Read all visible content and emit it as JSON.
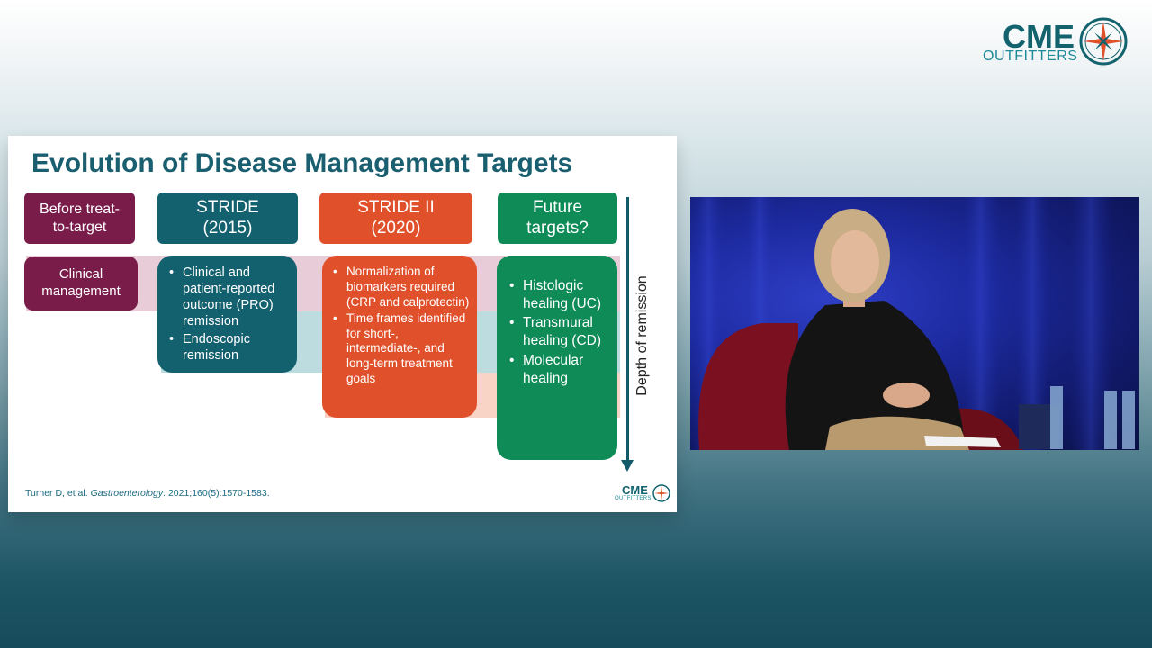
{
  "brand": {
    "name_top": "CME",
    "name_bottom": "OUTFITTERS",
    "logo_icon": "compass-rose-icon"
  },
  "slide": {
    "title": "Evolution of Disease Management Targets",
    "columns": [
      {
        "header": "Before treat-\nto-target",
        "color": "#7a1c4a",
        "band_color": "#e3c5d2",
        "box_text": "Clinical management",
        "bullets": []
      },
      {
        "header": "STRIDE\n(2015)",
        "color": "#13606f",
        "band_color": "#b7d8dd",
        "bullets": [
          "Clinical and patient-reported outcome (PRO) remission",
          "Endoscopic remission"
        ]
      },
      {
        "header": "STRIDE II\n(2020)",
        "color": "#e0502b",
        "band_color": "#f7d1c3",
        "bullets": [
          "Normalization of biomarkers required (CRP and calprotectin)",
          "Time frames identified for short-, intermediate-, and long-term treatment goals"
        ]
      },
      {
        "header": "Future\ntargets?",
        "color": "#0f8b57",
        "band_color": "#c9e6d6",
        "bullets": [
          "Histologic healing (UC)",
          "Transmural healing (CD)",
          "Molecular healing"
        ]
      }
    ],
    "axis_label": "Depth of remission",
    "citation_authors": "Turner D, et al.",
    "citation_journal": "Gastroenterology",
    "citation_details": ". 2021;160(5):1570-1583.",
    "mini_logo_top": "CME",
    "mini_logo_bottom": "OUTFITTERS"
  },
  "video": {
    "description_icon": "presenter-video-feed"
  }
}
